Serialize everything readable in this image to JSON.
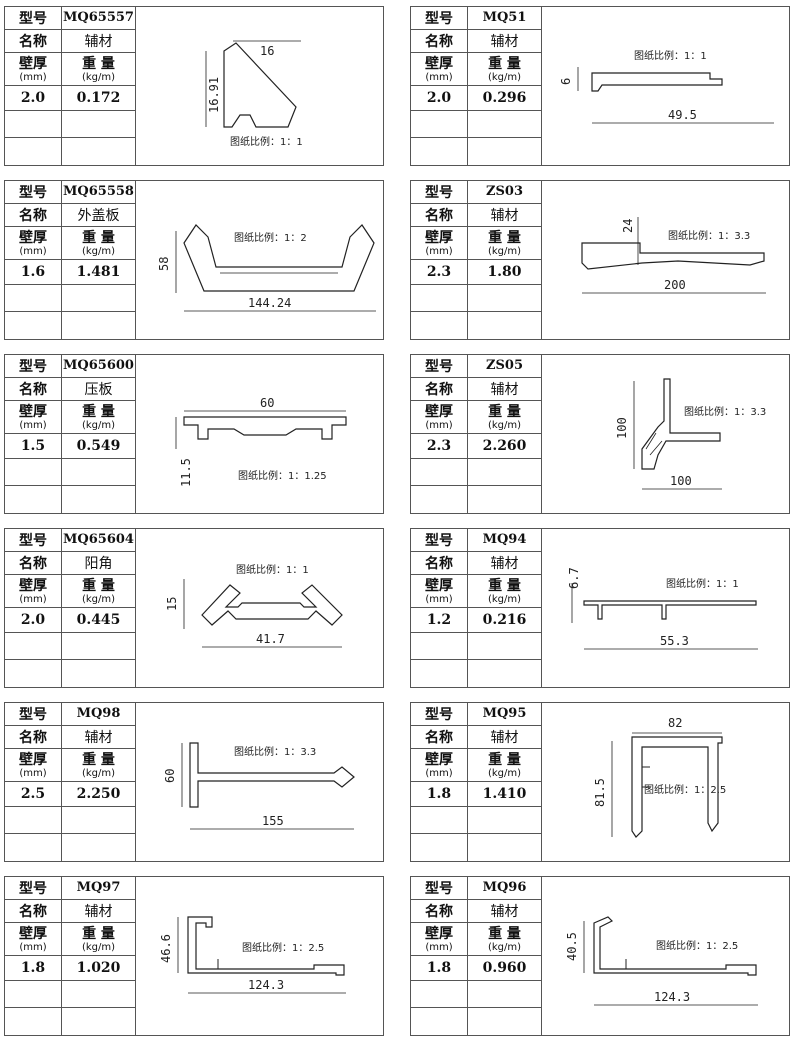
{
  "labels": {
    "model": "型号",
    "name": "名称",
    "thickness": "壁厚",
    "thickness_unit": "(mm)",
    "weight": "重 量",
    "weight_unit": "(kg/m)"
  },
  "profiles": [
    {
      "model": "MQ65557",
      "name": "辅材",
      "thickness": "2.0",
      "weight": "0.172",
      "scale": "图纸比例：1：1",
      "dims": [
        "16",
        "16.91"
      ]
    },
    {
      "model": "MQ51",
      "name": "辅材",
      "thickness": "2.0",
      "weight": "0.296",
      "scale": "图纸比例：1：1",
      "dims": [
        "6",
        "49.5"
      ]
    },
    {
      "model": "MQ65558",
      "name": "外盖板",
      "thickness": "1.6",
      "weight": "1.481",
      "scale": "图纸比例：1：2",
      "dims": [
        "58",
        "144.24"
      ]
    },
    {
      "model": "ZS03",
      "name": "辅材",
      "thickness": "2.3",
      "weight": "1.80",
      "scale": "图纸比例：1：3.3",
      "dims": [
        "24",
        "200"
      ]
    },
    {
      "model": "MQ65600",
      "name": "压板",
      "thickness": "1.5",
      "weight": "0.549",
      "scale": "图纸比例：1：1.25",
      "dims": [
        "60",
        "11.5"
      ]
    },
    {
      "model": "ZS05",
      "name": "辅材",
      "thickness": "2.3",
      "weight": "2.260",
      "scale": "图纸比例：1：3.3",
      "dims": [
        "100",
        "100"
      ]
    },
    {
      "model": "MQ65604",
      "name": "阳角",
      "thickness": "2.0",
      "weight": "0.445",
      "scale": "图纸比例：1：1",
      "dims": [
        "15",
        "41.7"
      ]
    },
    {
      "model": "MQ94",
      "name": "辅材",
      "thickness": "1.2",
      "weight": "0.216",
      "scale": "图纸比例：1：1",
      "dims": [
        "6.7",
        "55.3"
      ]
    },
    {
      "model": "MQ98",
      "name": "辅材",
      "thickness": "2.5",
      "weight": "2.250",
      "scale": "图纸比例：1：3.3",
      "dims": [
        "60",
        "155"
      ]
    },
    {
      "model": "MQ95",
      "name": "辅材",
      "thickness": "1.8",
      "weight": "1.410",
      "scale": "图纸比例：1：2.5",
      "dims": [
        "82",
        "81.5"
      ]
    },
    {
      "model": "MQ97",
      "name": "辅材",
      "thickness": "1.8",
      "weight": "1.020",
      "scale": "图纸比例：1：2.5",
      "dims": [
        "46.6",
        "124.3"
      ]
    },
    {
      "model": "MQ96",
      "name": "辅材",
      "thickness": "1.8",
      "weight": "0.960",
      "scale": "图纸比例：1：2.5",
      "dims": [
        "40.5",
        "124.3"
      ]
    }
  ]
}
